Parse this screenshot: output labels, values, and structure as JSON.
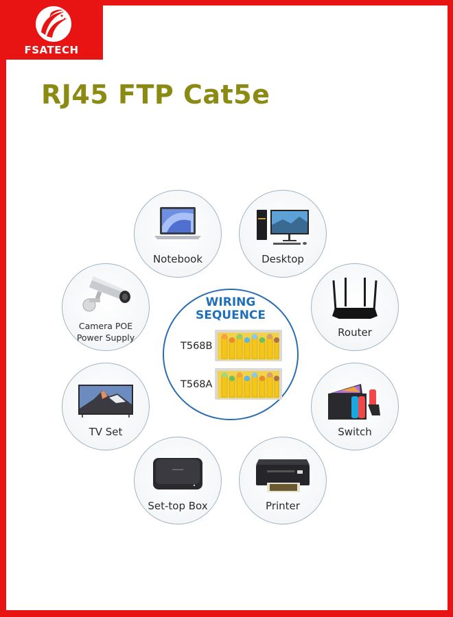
{
  "brand": {
    "name": "FSATECH",
    "logo_icon": "swoosh-globe-icon",
    "color": "#e81414"
  },
  "title": {
    "text": "RJ45 FTP Cat5e",
    "color": "#8b8a12"
  },
  "center": {
    "heading_line1": "WIRING",
    "heading_line2": "SEQUENCE",
    "standards": [
      {
        "label": "T568B",
        "icon": "rj45-connector-icon"
      },
      {
        "label": "T568A",
        "icon": "rj45-connector-icon"
      }
    ],
    "accent": "#1f6fba"
  },
  "devices": [
    {
      "label": "Notebook",
      "icon": "laptop-icon"
    },
    {
      "label": "Desktop",
      "icon": "desktop-computer-icon"
    },
    {
      "label": "Camera POE",
      "label2": "Power Supply",
      "icon": "security-camera-icon"
    },
    {
      "label": "Router",
      "icon": "router-icon"
    },
    {
      "label": "TV Set",
      "icon": "television-icon"
    },
    {
      "label": "Switch",
      "icon": "game-console-icon"
    },
    {
      "label": "Set-top Box",
      "icon": "set-top-box-icon"
    },
    {
      "label": "Printer",
      "icon": "printer-icon"
    }
  ]
}
